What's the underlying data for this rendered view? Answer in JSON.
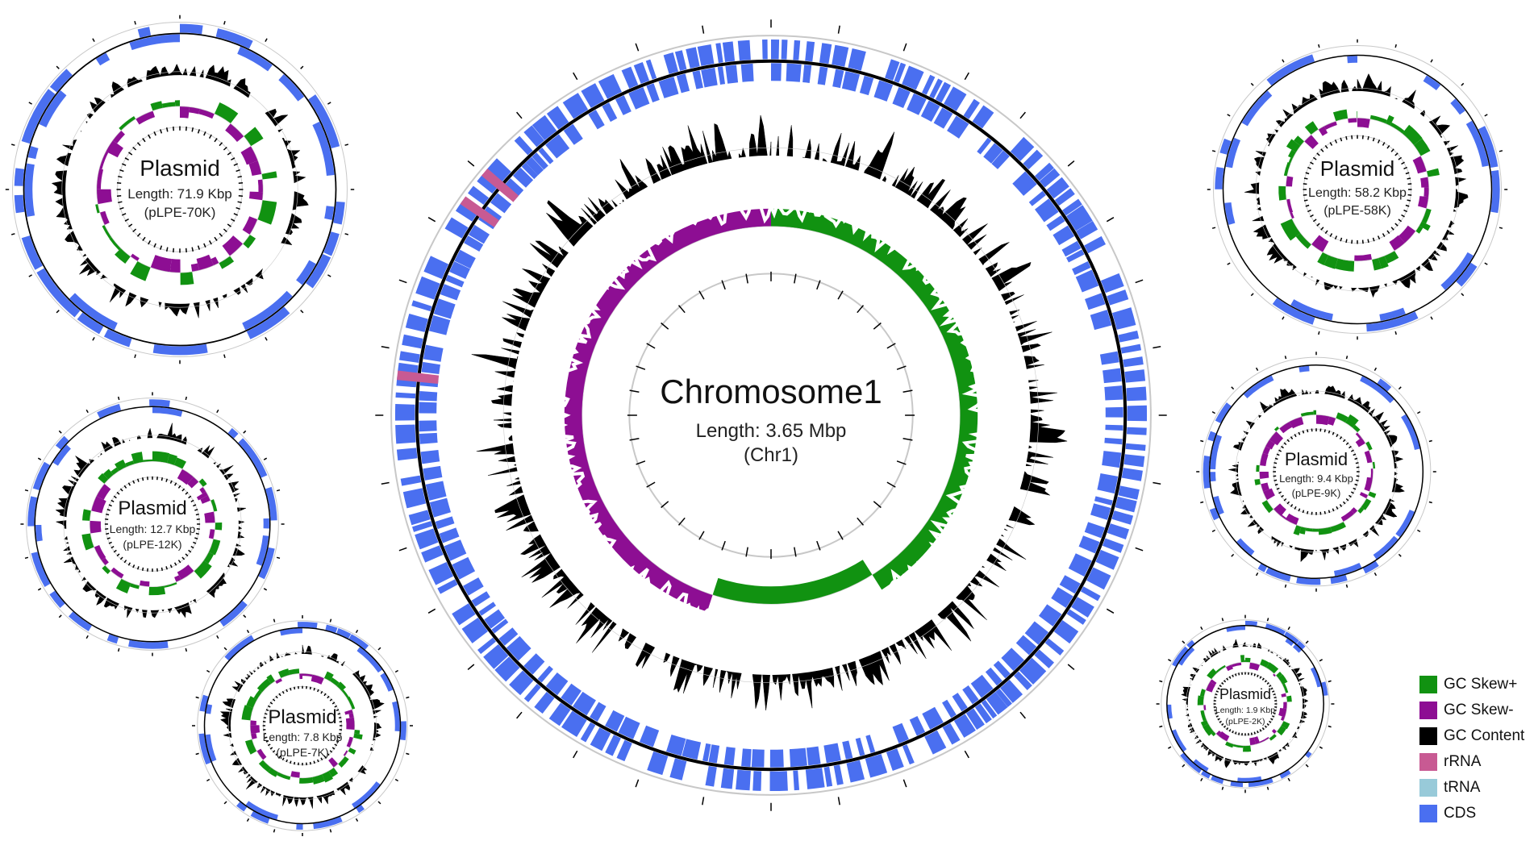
{
  "colors": {
    "gc_skew_plus": "#119211",
    "gc_skew_minus": "#8d0e93",
    "gc_content": "#000000",
    "rrna": "#c85a93",
    "trna": "#98cad9",
    "cds": "#4a6ff0",
    "ring": "#c8c8c8"
  },
  "maps": [
    {
      "id": "chr1",
      "title": "Chromosome1",
      "length_text": "Length: 3.65 Mbp",
      "name_text": "(Chr1)"
    },
    {
      "id": "p70k",
      "title": "Plasmid",
      "length_text": "Length: 71.9 Kbp",
      "name_text": "(pLPE-70K)"
    },
    {
      "id": "p58k",
      "title": "Plasmid",
      "length_text": "Length: 58.2 Kbp",
      "name_text": "(pLPE-58K)"
    },
    {
      "id": "p12k",
      "title": "Plasmid",
      "length_text": "Length: 12.7 Kbp",
      "name_text": "(pLPE-12K)"
    },
    {
      "id": "p9k",
      "title": "Plasmid",
      "length_text": "Length: 9.4 Kbp",
      "name_text": "(pLPE-9K)"
    },
    {
      "id": "p7k",
      "title": "Plasmid",
      "length_text": "Length: 7.8 Kbp",
      "name_text": "(pLPE-7K)"
    },
    {
      "id": "p2k",
      "title": "Plasmid",
      "length_text": "Length: 1.9 Kbp",
      "name_text": "(pLPE-2K)"
    }
  ],
  "legend": [
    {
      "label": "GC Skew+",
      "color": "#119211"
    },
    {
      "label": "GC Skew-",
      "color": "#8d0e93"
    },
    {
      "label": "GC Content",
      "color": "#000000"
    },
    {
      "label": "rRNA",
      "color": "#c85a93"
    },
    {
      "label": "tRNA",
      "color": "#98cad9"
    },
    {
      "label": "CDS",
      "color": "#4a6ff0"
    }
  ]
}
